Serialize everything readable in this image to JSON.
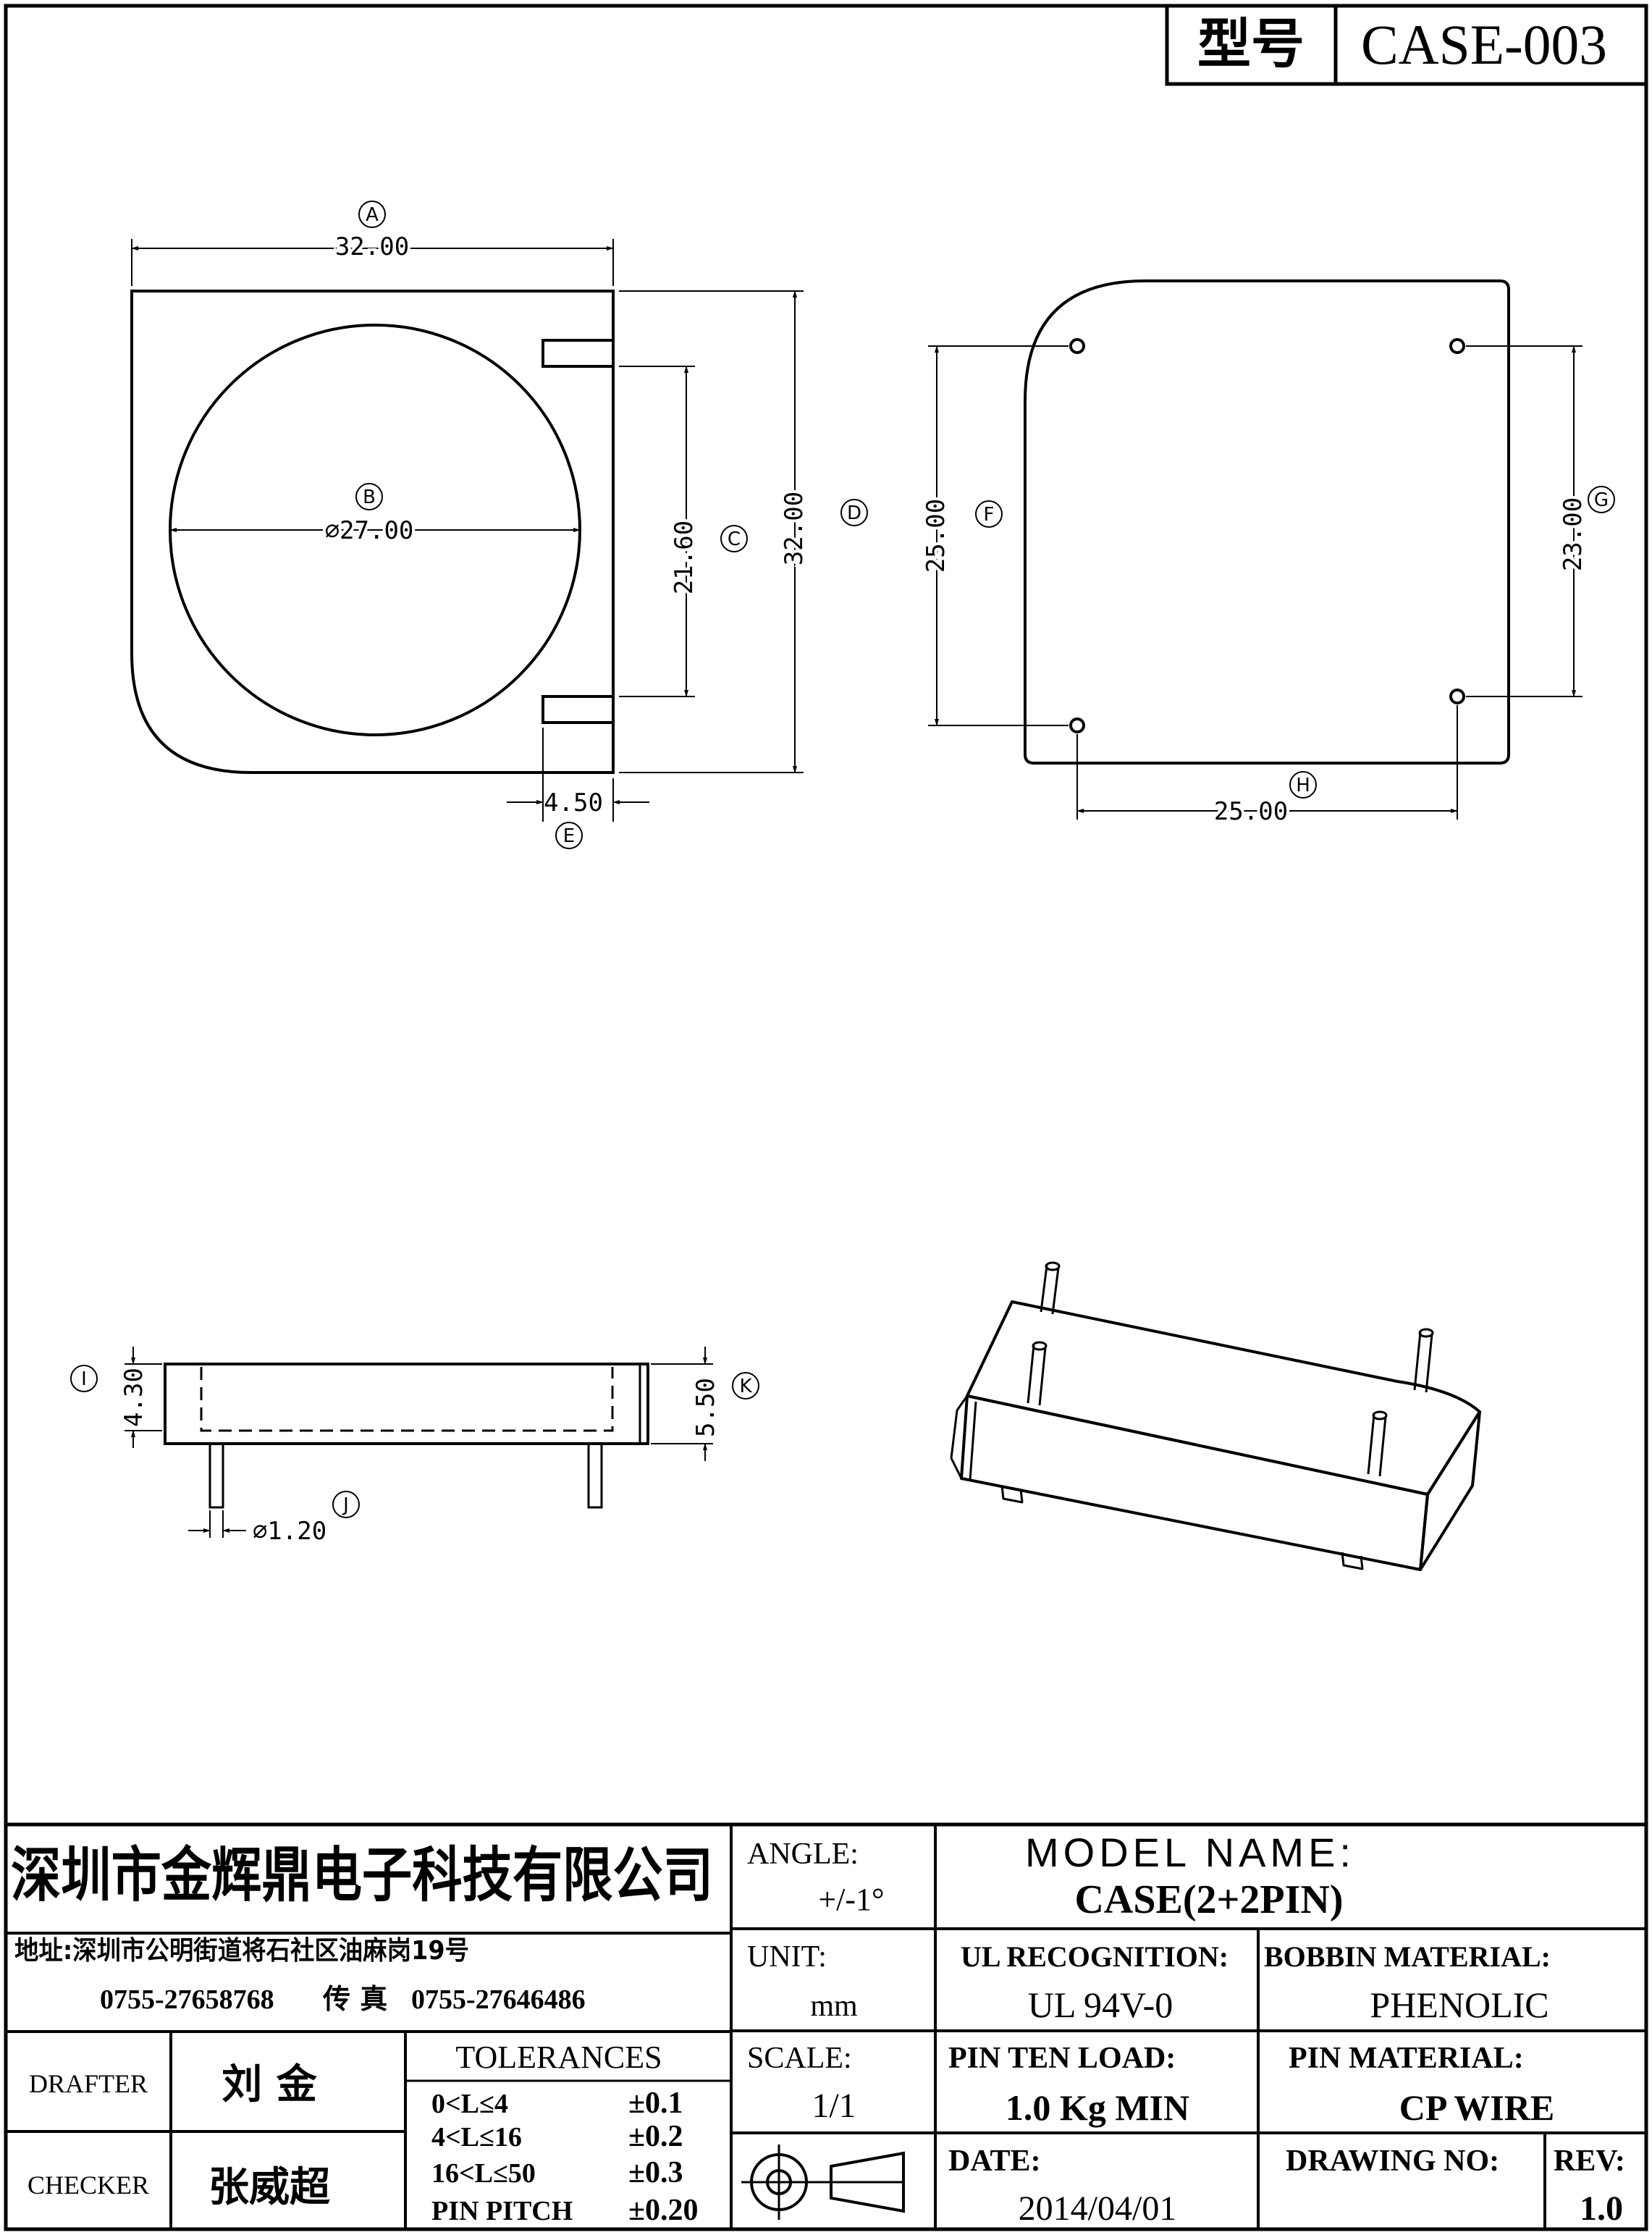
{
  "header": {
    "model_label": "型号",
    "model_value": "CASE-003"
  },
  "dimensions": {
    "A": {
      "letter": "A",
      "value": "32.00"
    },
    "B": {
      "letter": "B",
      "value": "⌀27.00"
    },
    "C": {
      "letter": "C",
      "value": "21.60"
    },
    "D": {
      "letter": "D",
      "value": "32.00"
    },
    "E": {
      "letter": "E",
      "value": "4.50"
    },
    "F": {
      "letter": "F",
      "value": "25.00"
    },
    "G": {
      "letter": "G",
      "value": "23.00"
    },
    "H": {
      "letter": "H",
      "value": "25.00"
    },
    "I": {
      "letter": "I",
      "value": "4.30"
    },
    "J": {
      "letter": "J",
      "value": "⌀1.20"
    },
    "K": {
      "letter": "K",
      "value": "5.50"
    }
  },
  "title_block": {
    "company": "深圳市金辉鼎电子科技有限公司",
    "address": "地址:深圳市公明街道将石社区油麻岗19号",
    "phone": "0755-27658768",
    "fax_label": "传 真",
    "fax": "0755-27646486",
    "angle_label": "ANGLE:",
    "angle_value": "+/-1°",
    "unit_label": "UNIT:",
    "unit_value": "mm",
    "scale_label": "SCALE:",
    "scale_value": "1/1",
    "model_name_label": "MODEL NAME:",
    "model_name_value": "CASE(2+2PIN)",
    "ul_label": "UL RECOGNITION:",
    "ul_value": "UL 94V-0",
    "bobbin_label": "BOBBIN MATERIAL:",
    "bobbin_value": "PHENOLIC",
    "pin_load_label": "PIN TEN LOAD:",
    "pin_load_value": "1.0 Kg MIN",
    "pin_material_label": "PIN MATERIAL:",
    "pin_material_value": "CP WIRE",
    "date_label": "DATE:",
    "date_value": "2014/04/01",
    "drawing_no_label": "DRAWING NO:",
    "drawing_no_value": "",
    "rev_label": "REV:",
    "rev_value": "1.0",
    "drafter_label": "DRAFTER",
    "drafter_value": "刘 金",
    "checker_label": "CHECKER",
    "checker_value": "张威超",
    "tolerances_label": "TOLERANCES",
    "tolerances": [
      {
        "range": "0<L≤4",
        "value": "±0.1"
      },
      {
        "range": "4<L≤16",
        "value": "±0.2"
      },
      {
        "range": "16<L≤50",
        "value": "±0.3"
      },
      {
        "range": "PIN PITCH",
        "value": "±0.20"
      }
    ]
  }
}
